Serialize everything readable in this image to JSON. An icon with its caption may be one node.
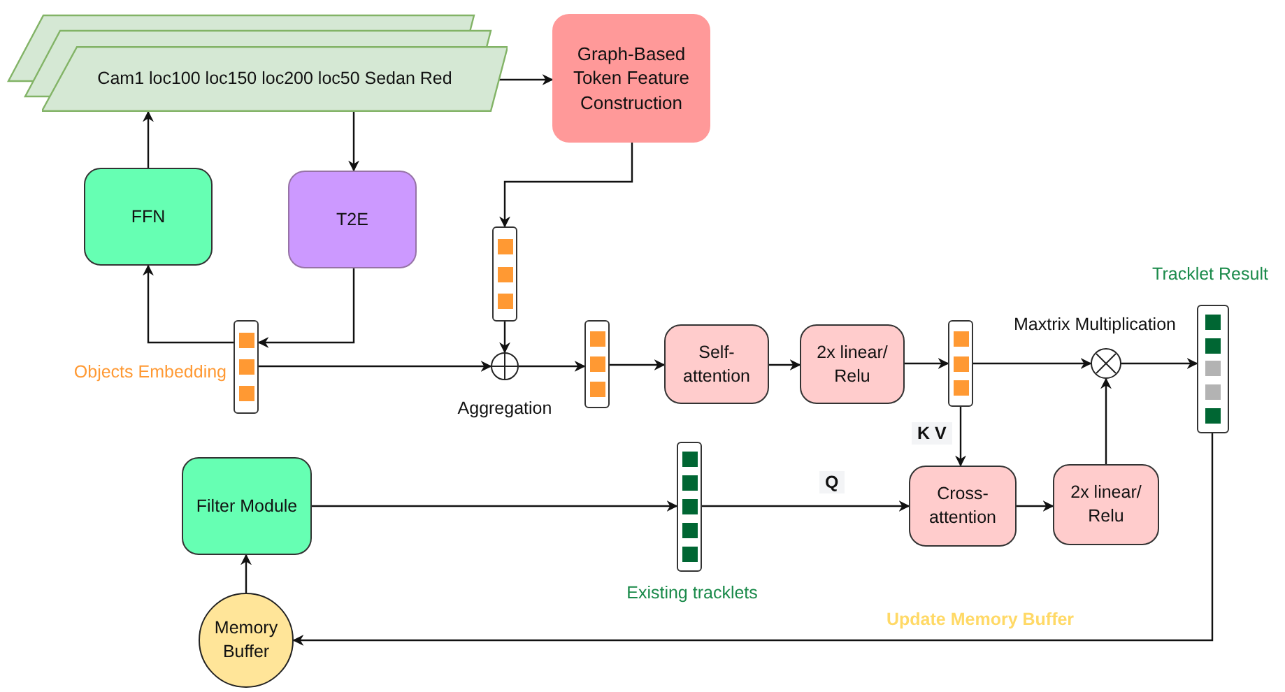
{
  "diagram": {
    "nodes": [
      {
        "text": [
          "Cam1 loc100 loc150 loc200 loc50 Sedan Red"
        ]
      },
      {
        "text": [
          "Graph-Based Token Feature Construction"
        ]
      },
      {
        "text": [
          "FFN"
        ]
      },
      {
        "text": [
          "T2E"
        ]
      },
      {
        "text": [],
        "shape": "bar",
        "beside": [
          "Objects Embedding"
        ]
      },
      {
        "text": [],
        "shape": "bar"
      },
      {
        "text": [],
        "shape": "circle",
        "beside": [
          "Aggregation"
        ]
      },
      {
        "text": [],
        "shape": "bar"
      },
      {
        "text": [
          "Self-attention"
        ]
      },
      {
        "text": [
          "2x linear/ Relu"
        ]
      },
      {
        "text": [],
        "shape": "bar"
      },
      {
        "text": [],
        "shape": "circle",
        "beside": [
          "Maxtrix Multiplication"
        ]
      },
      {
        "text": [],
        "shape": "bar",
        "beside": [
          "Tracklet Result"
        ]
      },
      {
        "text": [
          "Filter Module"
        ]
      },
      {
        "text": [],
        "shape": "bar",
        "beside": [
          "Existing tracklets"
        ]
      },
      {
        "text": [
          "Cross-attention"
        ]
      },
      {
        "text": [
          "2x linear/ Relu"
        ]
      },
      {
        "text": [
          "Memory Buffer"
        ]
      }
    ],
    "edges": [
      {
        "from": 0,
        "to": 1,
        "arrow": "to"
      },
      {
        "from": 0,
        "to": 3,
        "arrow": "to"
      },
      {
        "from": 2,
        "to": 0,
        "arrow": "to"
      },
      {
        "from": 3,
        "to": 4,
        "arrow": "to"
      },
      {
        "from": 4,
        "to": 2,
        "arrow": "to"
      },
      {
        "from": 4,
        "to": 6,
        "arrow": "to"
      },
      {
        "from": 1,
        "to": 5,
        "arrow": "to"
      },
      {
        "from": 5,
        "to": 6,
        "arrow": "to"
      },
      {
        "from": 6,
        "to": 7,
        "arrow": "to"
      },
      {
        "from": 7,
        "to": 8,
        "arrow": "to"
      },
      {
        "from": 8,
        "to": 9,
        "arrow": "to"
      },
      {
        "from": 9,
        "to": 10,
        "arrow": "to"
      },
      {
        "from": 10,
        "to": 11,
        "arrow": "to"
      },
      {
        "from": 11,
        "to": 12,
        "arrow": "to"
      },
      {
        "from": 10,
        "to": 15,
        "arrow": "to",
        "label": "K V"
      },
      {
        "from": 13,
        "to": 14,
        "arrow": "to"
      },
      {
        "from": 14,
        "to": 15,
        "arrow": "to",
        "label": "Q"
      },
      {
        "from": 15,
        "to": 16,
        "arrow": "to"
      },
      {
        "from": 16,
        "to": 11,
        "arrow": "to"
      },
      {
        "from": 12,
        "to": 17,
        "arrow": "to",
        "label": "Update Memory Buffer"
      },
      {
        "from": 17,
        "to": 13,
        "arrow": "to"
      }
    ]
  }
}
